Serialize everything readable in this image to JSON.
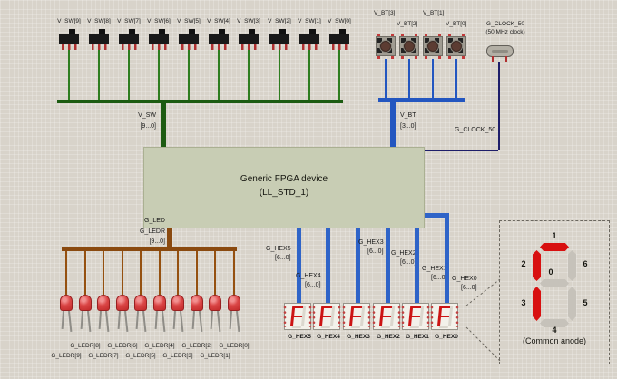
{
  "switch_bank": {
    "labels": [
      "V_SW[9]",
      "V_SW[8]",
      "V_SW[7]",
      "V_SW[6]",
      "V_SW[5]",
      "V_SW[4]",
      "V_SW[3]",
      "V_SW[2]",
      "V_SW[1]",
      "V_SW[0]"
    ],
    "bus_name": "V_SW",
    "bus_range": "[9...0]"
  },
  "button_bank": {
    "labels": [
      "V_BT[3]",
      "V_BT[2]",
      "V_BT[1]",
      "V_BT[0]"
    ],
    "bus_name": "V_BT",
    "bus_range": "[3...0]"
  },
  "clock": {
    "name": "G_CLOCK_50",
    "description": "(50 MHz clock)",
    "net_label": "G_CLOCK_50"
  },
  "fpga": {
    "title": "Generic FPGA device",
    "subtitle": "(LL_STD_1)",
    "led_port": "G_LED"
  },
  "led_bank": {
    "bus_name": "G_LEDR",
    "bus_range": "[9...0]",
    "labels": [
      "G_LEDR[9]",
      "G_LEDR[8]",
      "G_LEDR[7]",
      "G_LEDR[6]",
      "G_LEDR[5]",
      "G_LEDR[4]",
      "G_LEDR[3]",
      "G_LEDR[2]",
      "G_LEDR[1]",
      "G_LEDR[0]"
    ]
  },
  "hex_bank": {
    "bus_labels": [
      {
        "name": "G_HEX5",
        "range": "[6...0]"
      },
      {
        "name": "G_HEX4",
        "range": "[6...0]"
      },
      {
        "name": "G_HEX3",
        "range": "[6...0]"
      },
      {
        "name": "G_HEX2",
        "range": "[6...0]"
      },
      {
        "name": "G_HEX1",
        "range": "[6...0]"
      },
      {
        "name": "G_HEX0",
        "range": "[6...0]"
      }
    ],
    "display_labels": [
      "G_HEX5",
      "G_HEX4",
      "G_HEX3",
      "G_HEX2",
      "G_HEX1",
      "G_HEX0"
    ],
    "displayed_character": "F"
  },
  "legend": {
    "caption": "(Common anode)",
    "segments": [
      {
        "number": "1",
        "position": "top",
        "lit": true
      },
      {
        "number": "2",
        "position": "upper-left",
        "lit": true
      },
      {
        "number": "6",
        "position": "upper-right",
        "lit": false
      },
      {
        "number": "0",
        "position": "middle",
        "lit": false
      },
      {
        "number": "3",
        "position": "lower-left",
        "lit": true
      },
      {
        "number": "5",
        "position": "lower-right",
        "lit": false
      },
      {
        "number": "4",
        "position": "bottom",
        "lit": false
      }
    ]
  },
  "colors": {
    "switch_wire": "#2e7d1f",
    "switch_bus": "#1d5c12",
    "button_wire": "#2356c0",
    "button_bus": "#2356c0",
    "clock_wire": "#1e1e6a",
    "led_wire": "#95500f",
    "led_bus": "#8a4a10",
    "hex_wire": "#2f64c8",
    "lit_segment": "#d81010",
    "unlit_segment": "#c6c2ba",
    "fpga_fill": "#c8cdb4",
    "background": "#d8d3ca"
  }
}
